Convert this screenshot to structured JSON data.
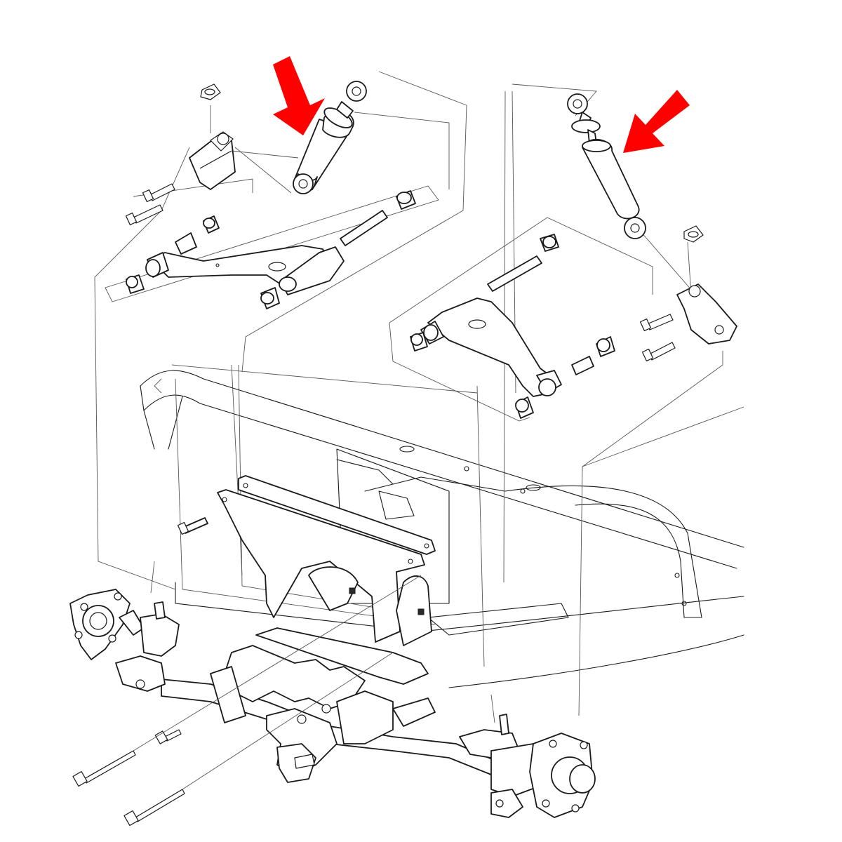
{
  "diagram": {
    "callouts": [
      {
        "name": "left-shock-arrow",
        "color": "#ff0000"
      },
      {
        "name": "right-shock-arrow",
        "color": "#ff0000"
      }
    ],
    "parts": [
      "shock-absorber",
      "shock-absorber",
      "control-arm",
      "control-arm",
      "shock-mount-bracket",
      "shock-mount-bracket",
      "front-crossmember-plate",
      "axle-beam",
      "wheel-hub",
      "wheel-hub",
      "frame"
    ],
    "colors": {
      "line": "#1a1a1a",
      "callout": "#ff0000",
      "background": "#ffffff"
    }
  }
}
